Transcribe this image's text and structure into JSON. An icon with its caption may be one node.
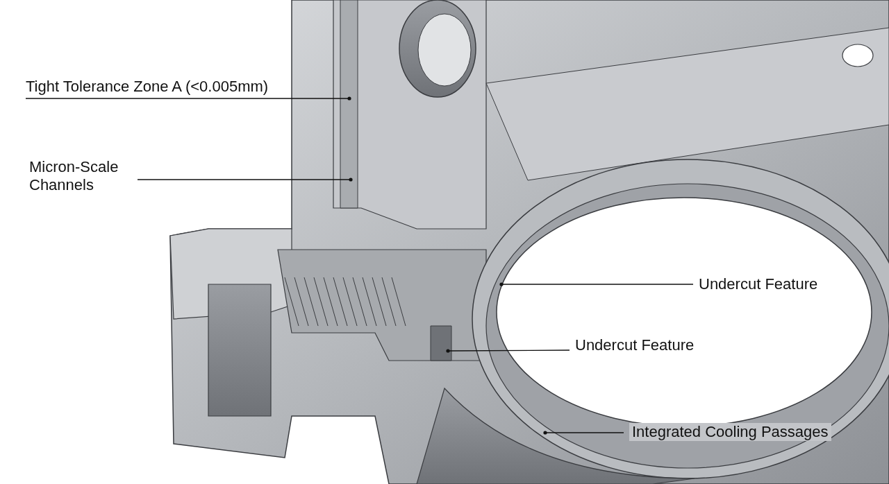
{
  "diagram": {
    "nodes": [
      {
        "text": [
          "Tight Tolerance Zone A (<0.005mm)"
        ]
      },
      {
        "text": [
          "Micron-Scale Channels"
        ]
      },
      {
        "text": [
          "Undercut Feature"
        ]
      },
      {
        "text": [
          "Undercut Feature"
        ]
      },
      {
        "text": [
          "Integrated Cooling Passages"
        ]
      }
    ],
    "edges": [
      {
        "from": 0,
        "to": null,
        "arrow": "other"
      },
      {
        "from": 1,
        "to": null,
        "arrow": "other"
      },
      {
        "from": 2,
        "to": null,
        "arrow": "other"
      },
      {
        "from": 3,
        "to": null,
        "arrow": "other"
      },
      {
        "from": 4,
        "to": null,
        "arrow": "other"
      }
    ]
  }
}
